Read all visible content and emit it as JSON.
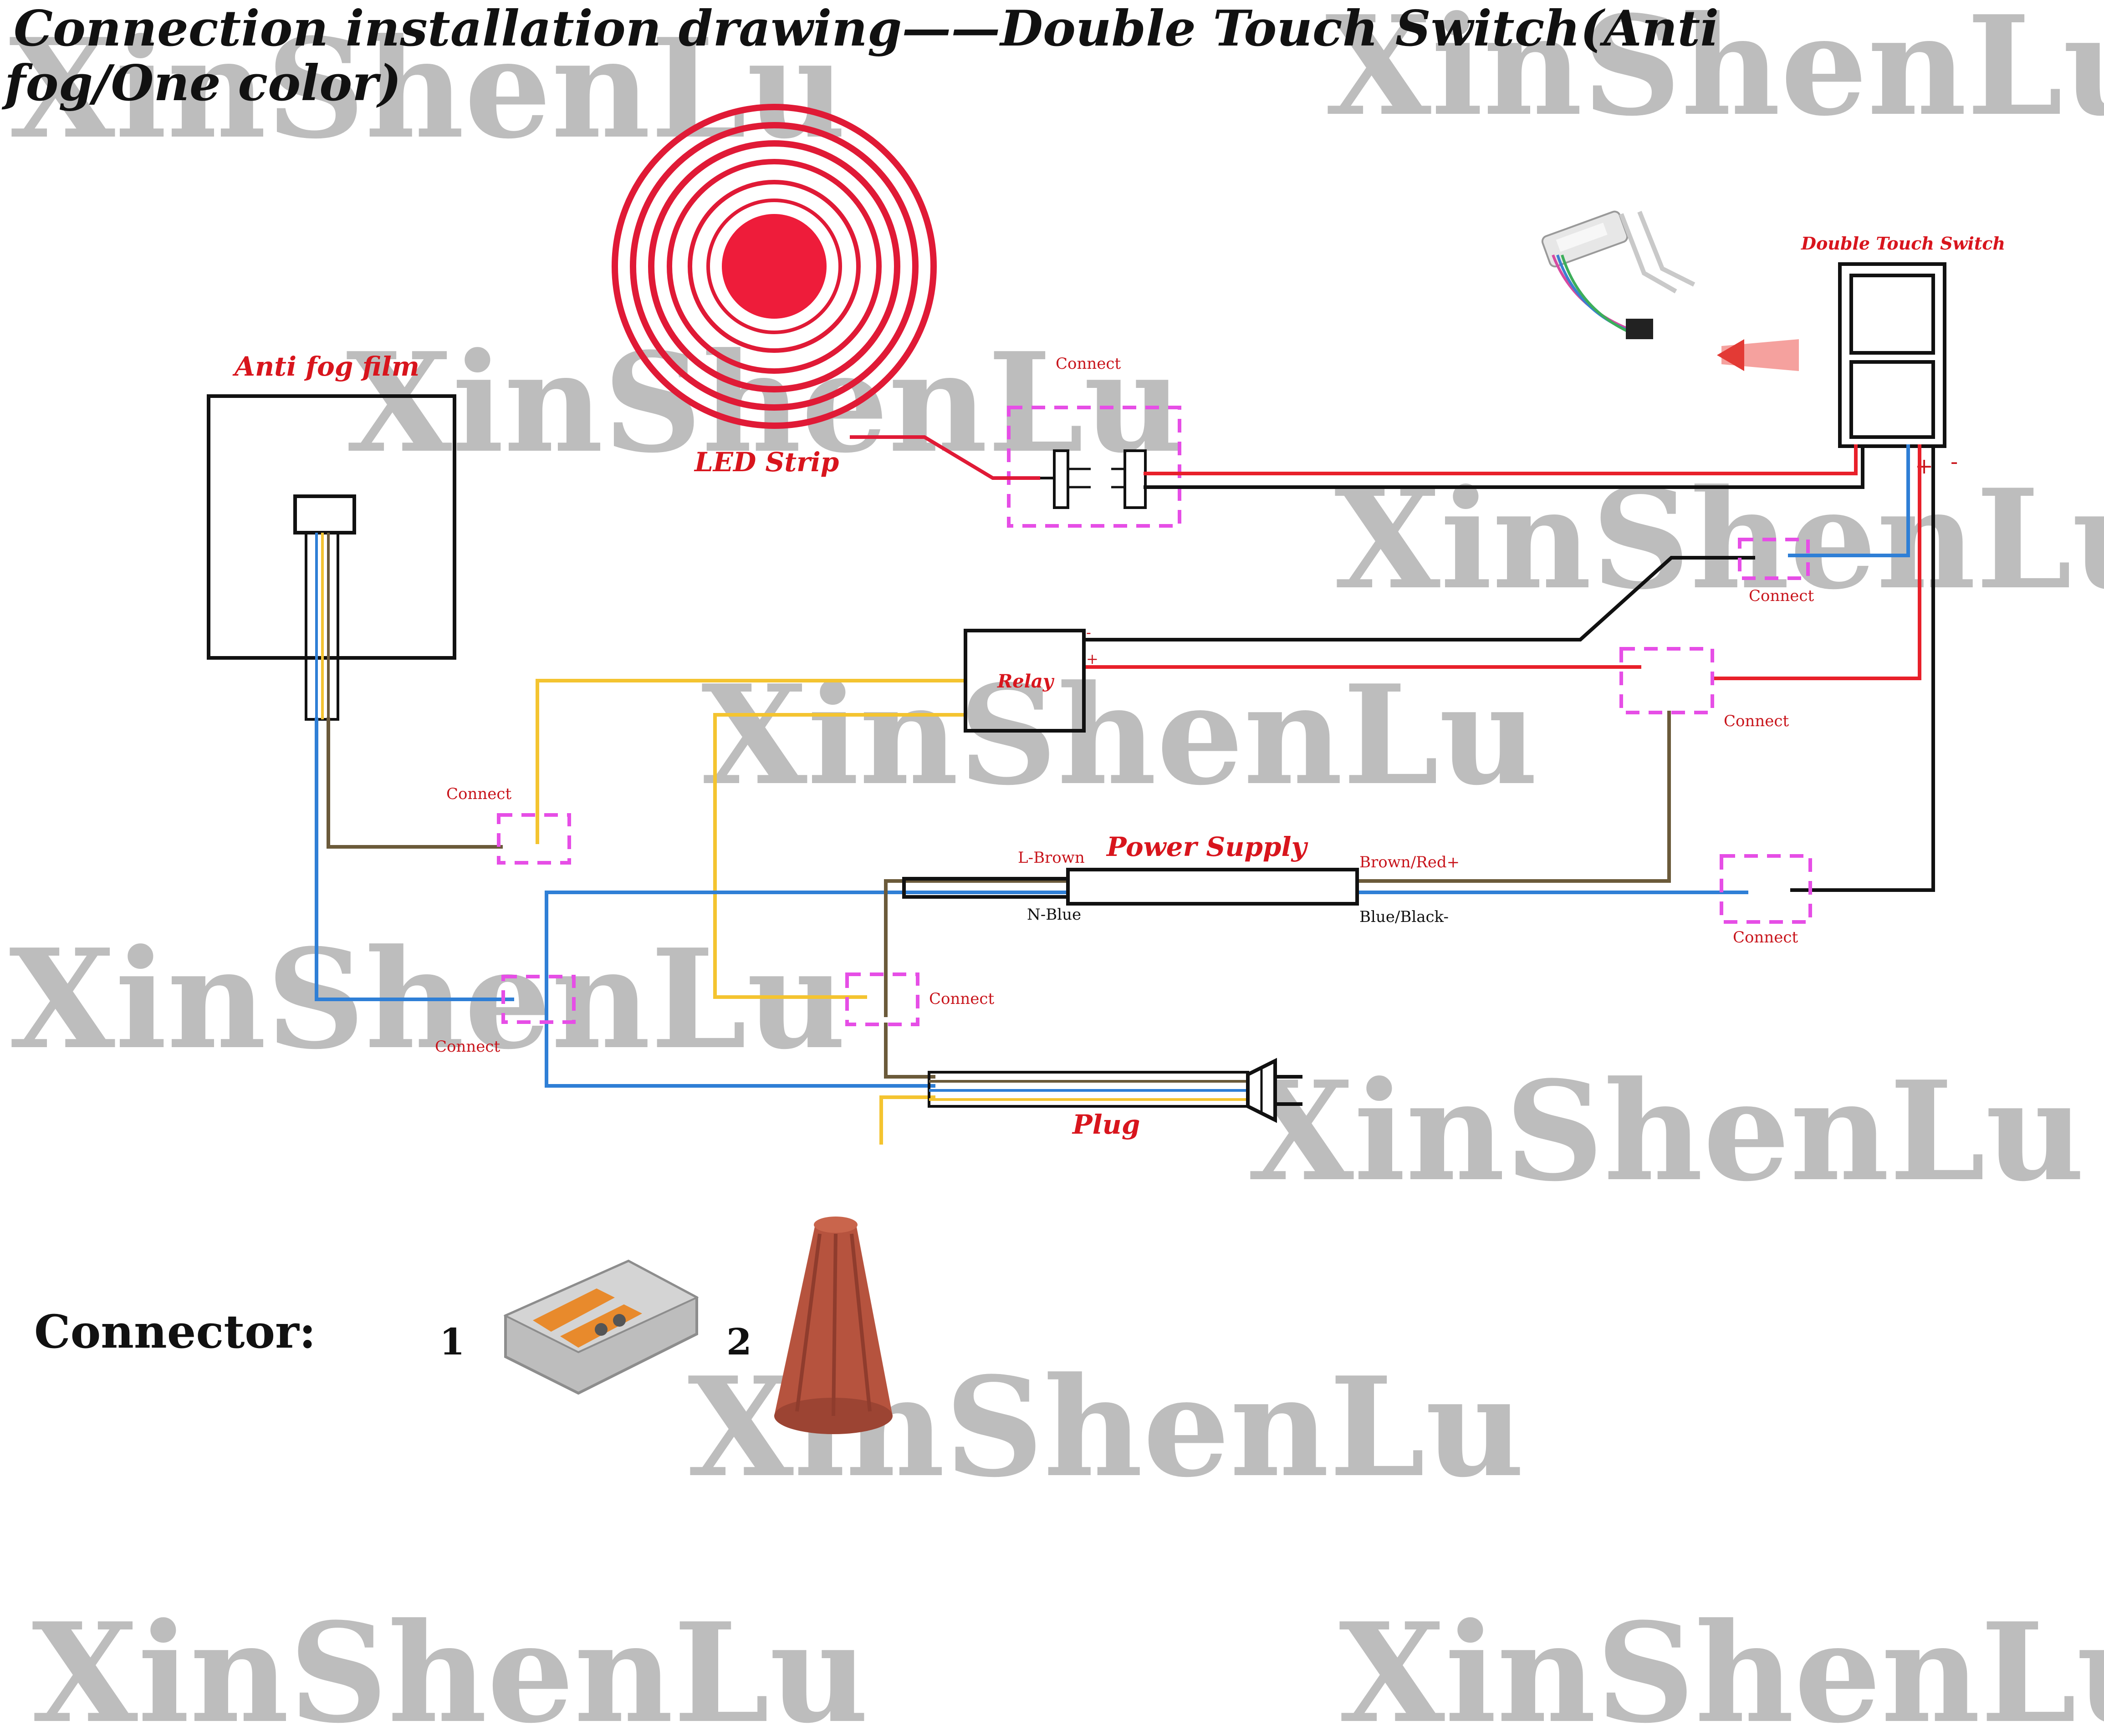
{
  "title": {
    "line1": "Connection installation drawing——Double Touch Switch(Anti",
    "line2": "fog/One color)"
  },
  "watermark": "XinShenLu",
  "labels": {
    "anti_fog_film": "Anti fog film",
    "led_strip": "LED Strip",
    "double_touch_switch": "Double Touch Switch",
    "relay": "Relay",
    "power_supply": "Power Supply",
    "plug": "Plug",
    "l_brown": "L-Brown",
    "n_blue": "N-Blue",
    "brown_red_plus": "Brown/Red+",
    "blue_black_minus": "Blue/Black-",
    "plus": "+",
    "minus": "-",
    "relay_minus": "-",
    "relay_plus": "+"
  },
  "connect_labels": [
    "Connect",
    "Connect",
    "Connect",
    "Connect",
    "Connect",
    "Connect",
    "Connect"
  ],
  "connector": {
    "label": "Connector:",
    "item1": "1",
    "item2": "2"
  },
  "colors": {
    "red_wire": "#e8202a",
    "black_wire": "#111111",
    "blue_wire": "#2f7fd6",
    "yellow_wire": "#f4c430",
    "brown_wire": "#6b5a3a",
    "connect_box": "#e64ee6",
    "watermark": "#bdbdbd",
    "label_red": "#d8151d"
  }
}
